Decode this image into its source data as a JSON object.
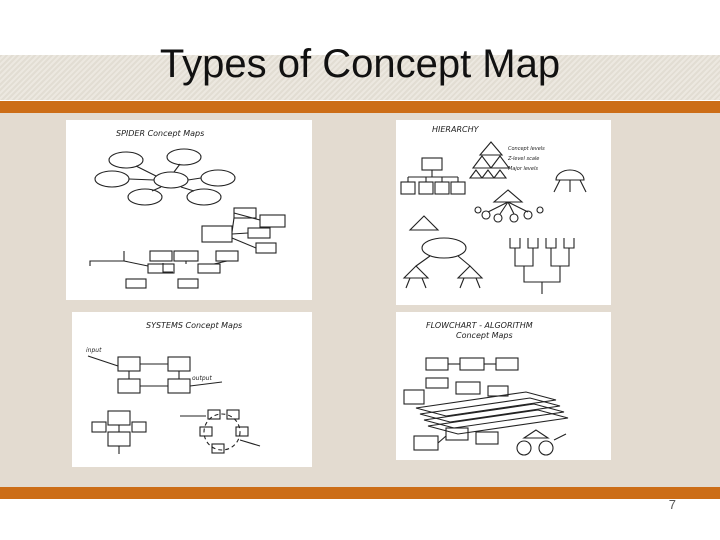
{
  "slide": {
    "title": "Types of Concept Map",
    "page_number": "7"
  },
  "panels": {
    "spider": {
      "caption": "SPIDER   Concept Maps"
    },
    "hierarchy": {
      "caption": "HIERARCHY",
      "notes": [
        "Concept levels",
        "Z-level scale",
        "Major levels"
      ]
    },
    "systems": {
      "caption": "SYSTEMS   Concept Maps",
      "input_label": "input",
      "output_label": "output"
    },
    "flowchart": {
      "caption": "FLOWCHART - ALGORITHM",
      "subcaption": "Concept Maps"
    }
  },
  "colors": {
    "accent_bar": "#cc6d17",
    "content_bg": "#e3dbd0"
  }
}
